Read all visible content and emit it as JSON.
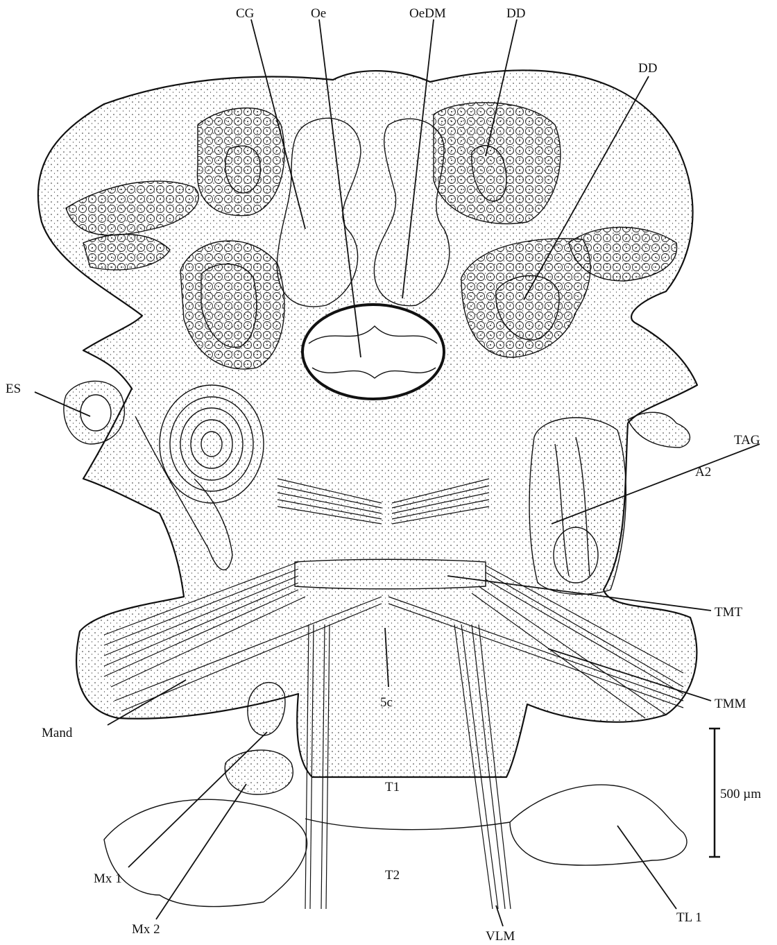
{
  "labels": {
    "cg": "CG",
    "oe": "Oe",
    "oedm": "OeDM",
    "dd_left": "DD",
    "dd_right": "DD",
    "es": "ES",
    "tag": "TAG",
    "a2": "A2",
    "tmt": "TMT",
    "tmm": "TMM",
    "mand": "Mand",
    "sc": "5c",
    "t1": "T1",
    "t2": "T2",
    "mx1": "Mx 1",
    "mx2": "Mx 2",
    "vlm": "VLM",
    "tl1": "TL 1"
  },
  "scale_bar": {
    "label": "500 µm"
  },
  "colors": {
    "ink": "#111111",
    "background": "#ffffff"
  }
}
